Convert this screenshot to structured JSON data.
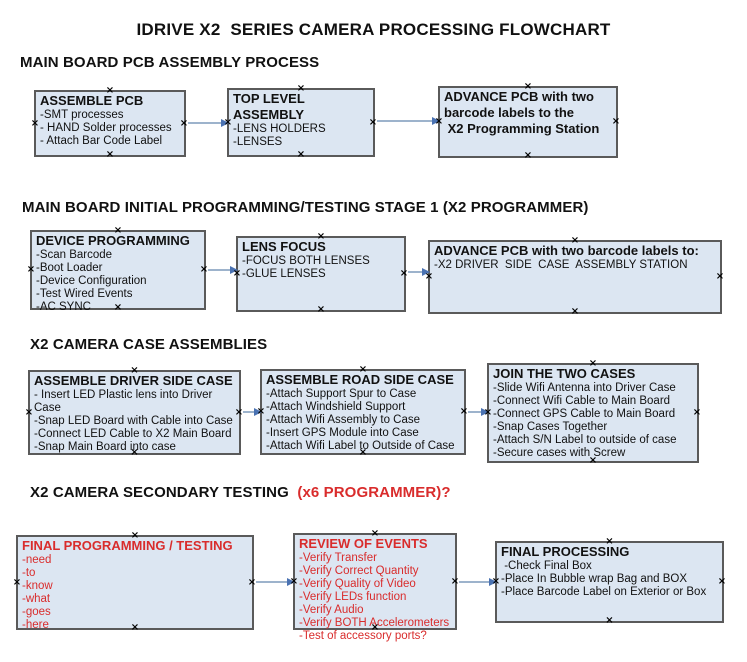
{
  "title": "IDRIVE X2  SERIES CAMERA PROCESSING FLOWCHART",
  "colors": {
    "box_fill": "#dce6f2",
    "box_border": "#5a5a5a",
    "red_text": "#d92c2c",
    "connector_line": "#9db3cc",
    "arrowhead": "#4a72b2"
  },
  "sections": [
    {
      "heading": "MAIN BOARD PCB ASSEMBLY PROCESS",
      "boxes": [
        {
          "title": "ASSEMBLE PCB",
          "items": [
            "-SMT processes",
            "- HAND Solder processes",
            "- Attach Bar Code Label"
          ]
        },
        {
          "title": "TOP LEVEL ASSEMBLY",
          "items": [
            "-LENS HOLDERS",
            "-LENSES"
          ]
        },
        {
          "title": "ADVANCE PCB with two\nbarcode labels to the\n X2 Programming Station",
          "items": []
        }
      ]
    },
    {
      "heading": "MAIN BOARD INITIAL PROGRAMMING/TESTING STAGE 1 (X2 PROGRAMMER)",
      "boxes": [
        {
          "title": "DEVICE PROGRAMMING",
          "items": [
            "-Scan Barcode",
            "-Boot Loader",
            "-Device Configuration",
            "-Test Wired Events",
            "-AC SYNC"
          ]
        },
        {
          "title": "LENS FOCUS",
          "items": [
            "-FOCUS BOTH LENSES",
            "-GLUE LENSES"
          ]
        },
        {
          "title": "ADVANCE PCB with two barcode labels to:",
          "items": [
            "-X2 DRIVER  SIDE  CASE  ASSEMBLY STATION"
          ]
        }
      ]
    },
    {
      "heading": "X2 CAMERA CASE ASSEMBLIES",
      "boxes": [
        {
          "title": "ASSEMBLE DRIVER SIDE CASE",
          "items": [
            "- Insert LED Plastic lens into Driver Case",
            "-Snap LED Board with Cable into Case",
            "-Connect LED Cable to X2 Main Board",
            "-Snap Main Board into case"
          ]
        },
        {
          "title": "ASSEMBLE ROAD SIDE CASE",
          "items": [
            "-Attach Support Spur to Case",
            "-Attach Windshield Support",
            "-Attach Wifi Assembly to Case",
            "-Insert GPS Module into Case",
            "-Attach Wifi Label to Outside of Case"
          ]
        },
        {
          "title": "JOIN THE TWO CASES",
          "items": [
            "-Slide Wifi Antenna into Driver Case",
            "-Connect Wifi Cable to Main Board",
            "-Connect GPS Cable to Main Board",
            "-Snap Cases Together",
            "-Attach S/N Label to outside of case",
            "-Secure cases with Screw"
          ]
        }
      ]
    },
    {
      "heading": "X2 CAMERA SECONDARY TESTING ",
      "heading_red": " (x6 PROGRAMMER)?",
      "boxes": [
        {
          "title": "FINAL PROGRAMMING / TESTING",
          "items": [
            "-need",
            "-to",
            "-know",
            "-what",
            "-goes",
            "-here"
          ]
        },
        {
          "title": "REVIEW OF EVENTS",
          "items": [
            "-Verify Transfer",
            "-Verify Correct Quantity",
            "-Verify Quality of Video",
            "-Verify LEDs function",
            "-Verify Audio",
            "-Verify BOTH Accelerometers",
            "-Test of accessory ports?"
          ]
        },
        {
          "title": "FINAL PROCESSING",
          "items": [
            " -Check Final Box",
            "-Place In Bubble wrap Bag and BOX",
            "-Place Barcode Label on Exterior or Box"
          ]
        }
      ]
    }
  ],
  "icons": {
    "connection_handle": "×"
  }
}
